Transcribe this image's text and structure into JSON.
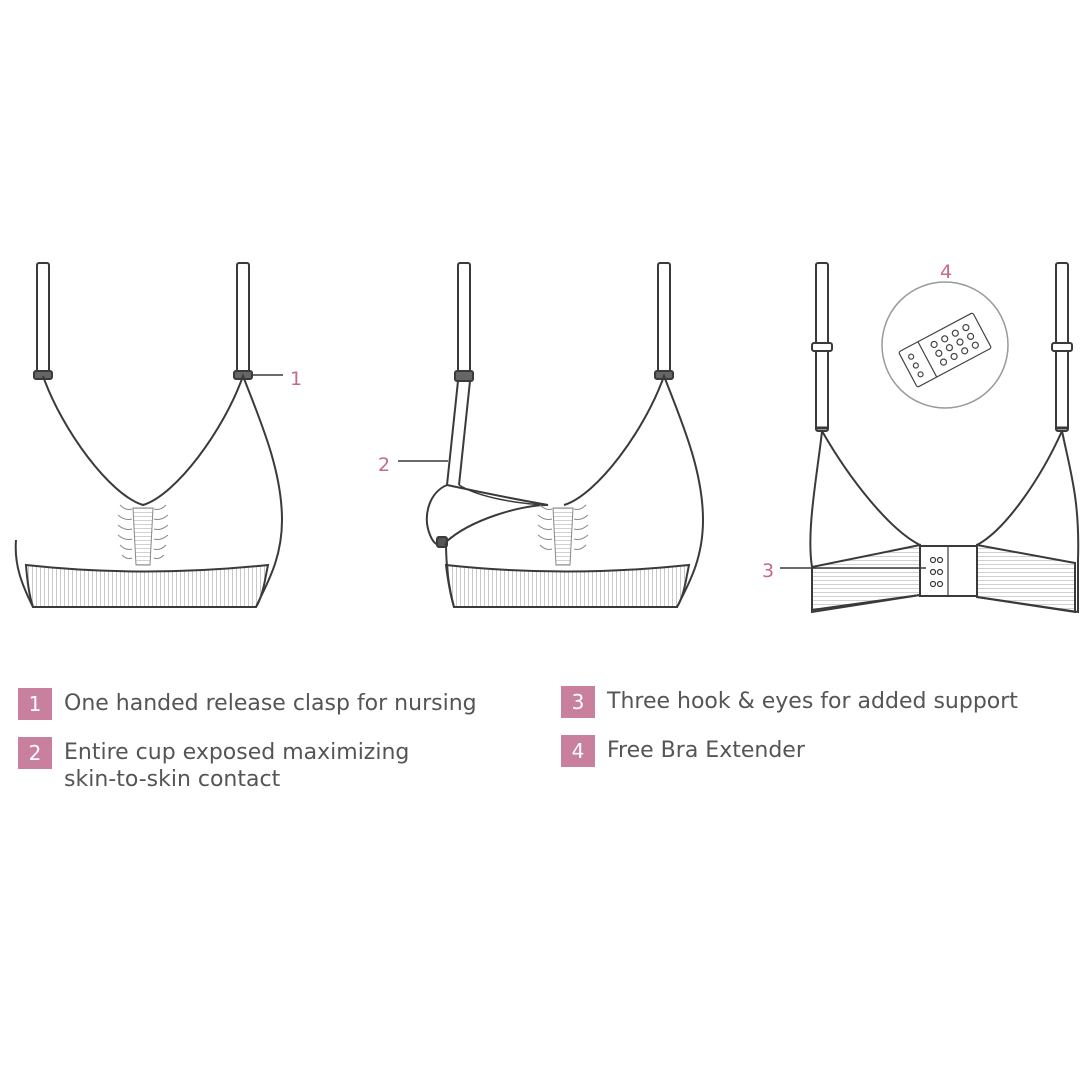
{
  "callouts": {
    "one": "1",
    "two": "2",
    "three": "3",
    "four": "4"
  },
  "legend": [
    {
      "number": "1",
      "text": "One handed release clasp for nursing"
    },
    {
      "number": "2",
      "text_line1": "Entire cup exposed maximizing",
      "text_line2": "skin-to-skin contact"
    },
    {
      "number": "3",
      "text": "Three hook & eyes for added support"
    },
    {
      "number": "4",
      "text": "Free Bra Extender"
    }
  ],
  "colors": {
    "accent": "#c9809e",
    "callout": "#c46a8a",
    "line": "#3a3a3a",
    "text": "#555555"
  }
}
